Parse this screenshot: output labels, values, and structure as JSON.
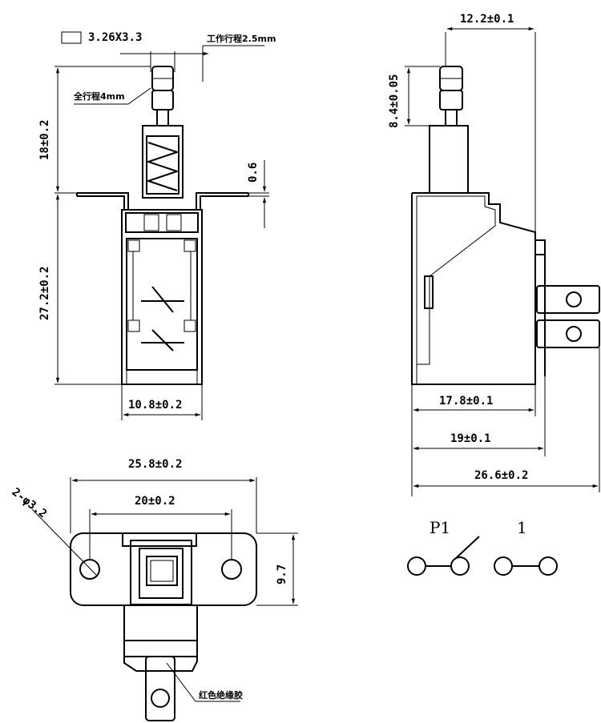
{
  "front_view": {
    "button_size": "3.26X3.3",
    "work_travel": "工作行程2.5mm",
    "full_travel": "全行程4mm",
    "button_height": "18±0.2",
    "flange_thickness": "0.6",
    "body_height": "27.2±0.2",
    "body_width": "10.8±0.2"
  },
  "side_view": {
    "top_width": "12.2±0.1",
    "plunger_height": "8.4±0.05",
    "width_1": "17.8±0.1",
    "width_2": "19±0.1",
    "width_3": "26.6±0.2"
  },
  "bottom_view": {
    "flange_length": "25.8±0.2",
    "hole_spacing": "20±0.2",
    "hole_spec": "2-φ3.2",
    "flange_height": "9.7",
    "insulation_note": "红色绝缘胶"
  },
  "schematic": {
    "label_p1": "P1",
    "label_1": "1"
  }
}
